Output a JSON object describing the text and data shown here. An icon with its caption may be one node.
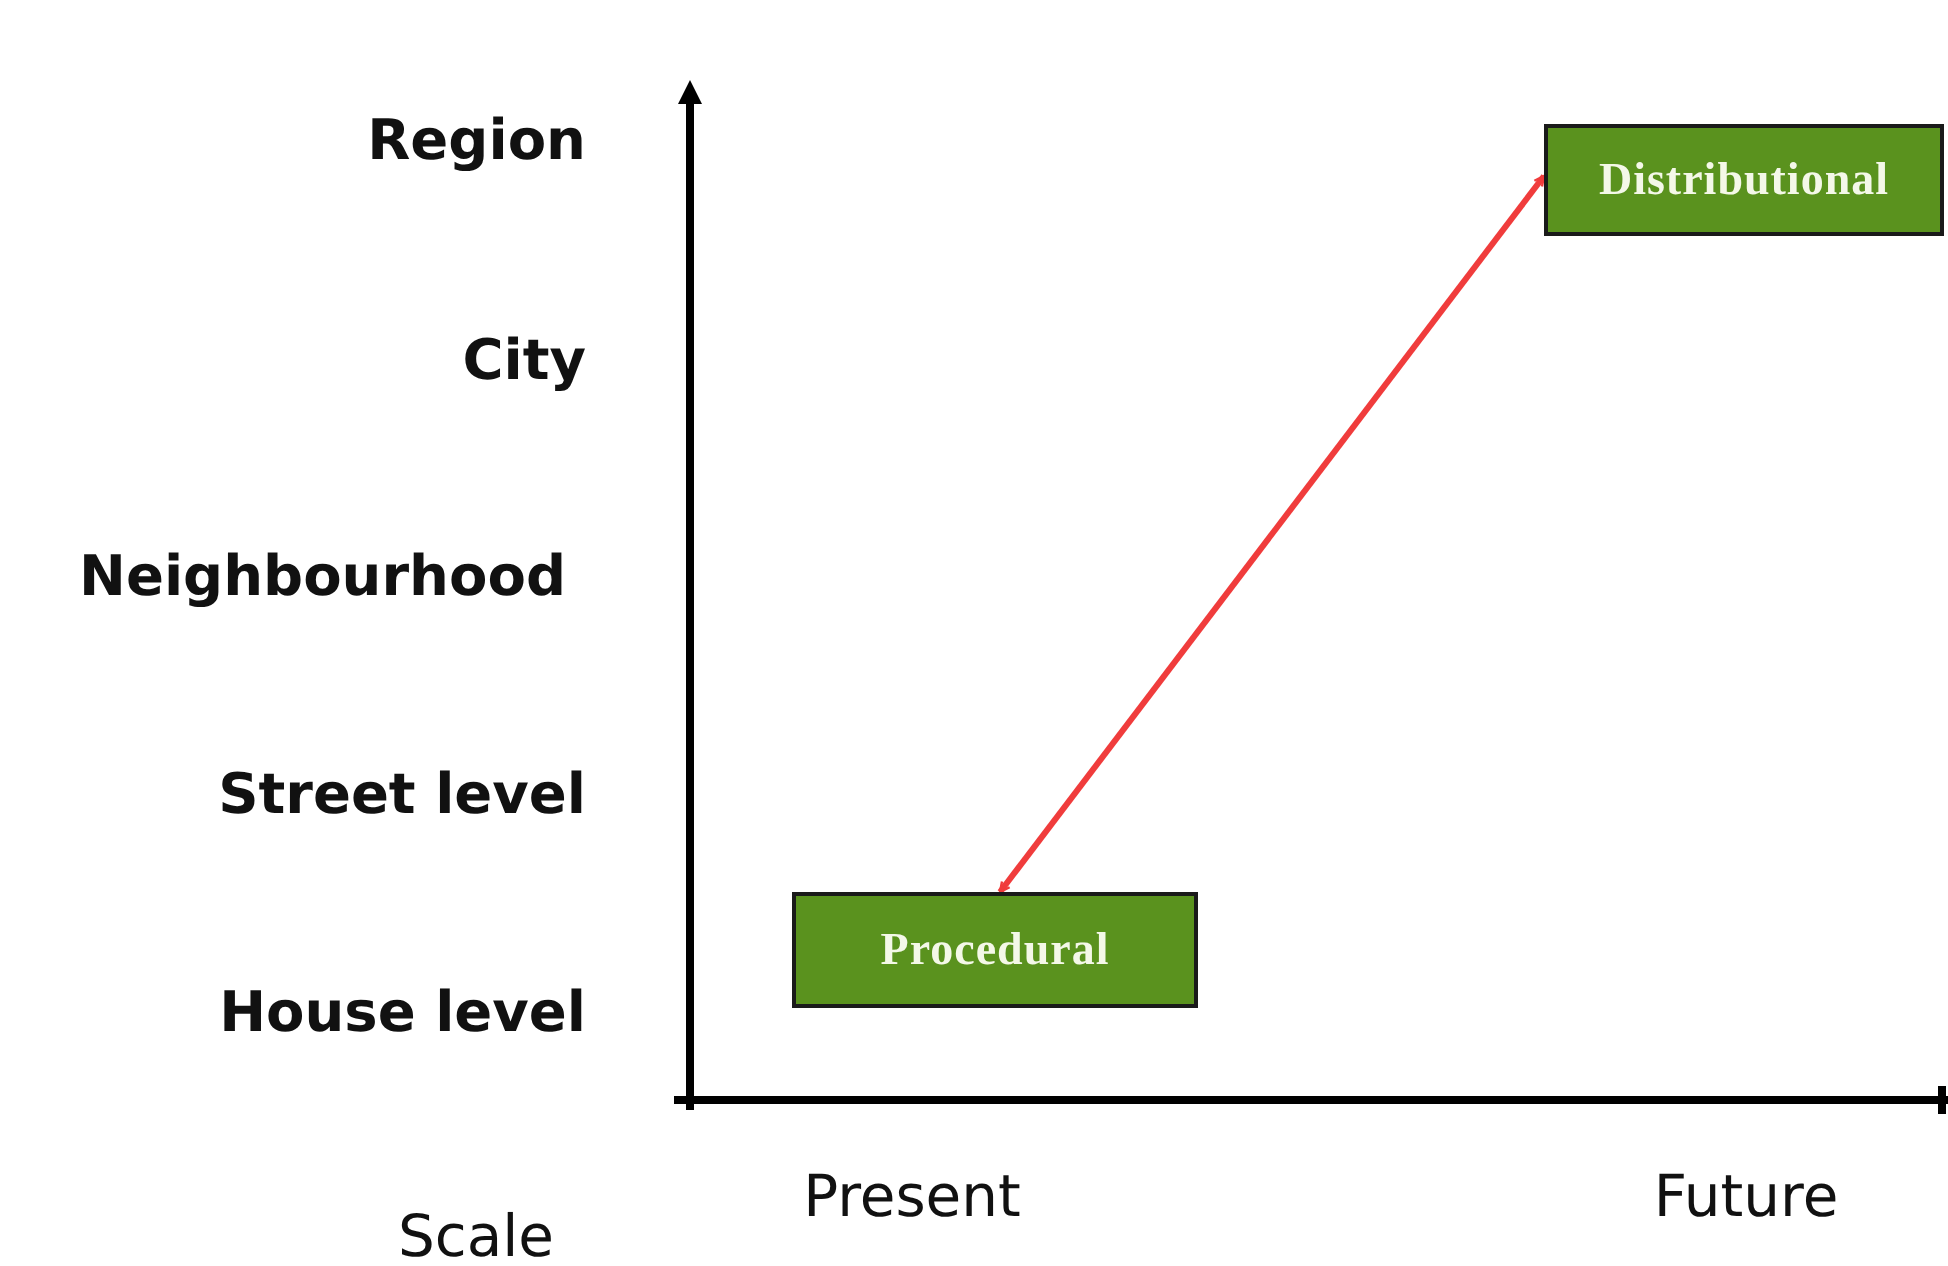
{
  "diagram": {
    "nodes": [
      {
        "text": [
          "Distributional"
        ]
      },
      {
        "text": [
          "Procedural"
        ]
      }
    ],
    "edges": [
      {
        "from": 0,
        "to": 1,
        "arrow": "both",
        "color": "#f03c3c"
      }
    ],
    "labels": [
      "Region",
      "City",
      "Neighbourhood",
      "Street level",
      "House level",
      "Present",
      "Future",
      "Scale"
    ]
  }
}
